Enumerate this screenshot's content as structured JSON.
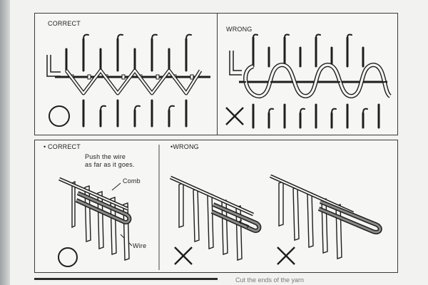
{
  "panels": {
    "top_left": {
      "label": "CORRECT"
    },
    "top_right": {
      "label": "WRONG"
    },
    "bottom": {
      "correct_label": "• CORRECT",
      "instruction": "Push the wire as far as it goes.",
      "instruction_line1": "Push the wire",
      "instruction_line2": "as far as it goes.",
      "comb_label": "Comb",
      "wire_label": "Wire",
      "wrong_label": "•WRONG"
    }
  },
  "symbols": {
    "correct": "circle",
    "wrong": "cross"
  },
  "colors": {
    "ink": "#1e1e1e",
    "paper": "#f6f6f4"
  },
  "footer_text": "Cut the ends of the yarn"
}
